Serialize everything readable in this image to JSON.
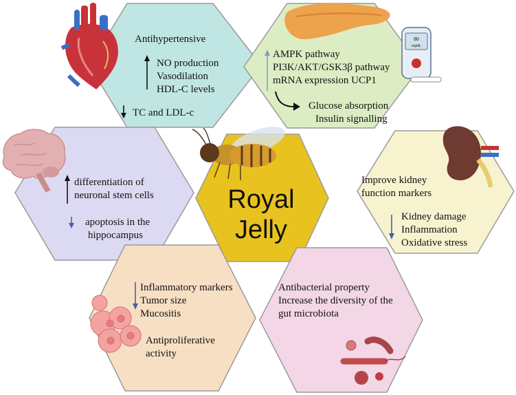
{
  "colors": {
    "heart_hex": "#bfe6e3",
    "pancreas_hex": "#dcedc4",
    "brain_hex": "#dcdaf2",
    "center_hex": "#e8c21f",
    "kidney_hex": "#f7f3cf",
    "cancer_hex": "#f7dfc4",
    "gut_hex": "#f3d7e6",
    "hex_border": "#9a9a9a",
    "arrow_up": "#111111",
    "arrow_blue": "#4a5fa8"
  },
  "center": {
    "line1": "Royal",
    "line2": "Jelly"
  },
  "cardio": {
    "title": "Antihypertensive",
    "up_items": [
      "NO production",
      "Vasodilation",
      "HDL-C levels"
    ],
    "down_items": [
      "TC and LDL-c"
    ]
  },
  "metabolic": {
    "up_items": [
      "AMPK pathway",
      "PI3K/AKT/GSK3β pathway",
      "mRNA expression UCP1"
    ],
    "lead_items": [
      "Glucose absorption",
      "Insulin signalling"
    ],
    "meter_reading": "80",
    "meter_unit": "mg/dL"
  },
  "neuro": {
    "up_items": [
      "differentiation of",
      "neuronal stem cells"
    ],
    "down_items": [
      "apoptosis in the",
      "hippocampus"
    ]
  },
  "renal": {
    "lead_items": [
      "Improve kidney",
      "function markers"
    ],
    "down_items": [
      "Kidney damage",
      "Inflammation",
      "Oxidative stress"
    ]
  },
  "cancer": {
    "down_items": [
      "Inflammatory markers",
      "Tumor size",
      "Mucositis"
    ],
    "extra_items": [
      "Antiproliferative",
      "activity"
    ]
  },
  "gut": {
    "items": [
      "Antibacterial property",
      "Increase the diversity of the",
      "gut microbiota"
    ]
  }
}
